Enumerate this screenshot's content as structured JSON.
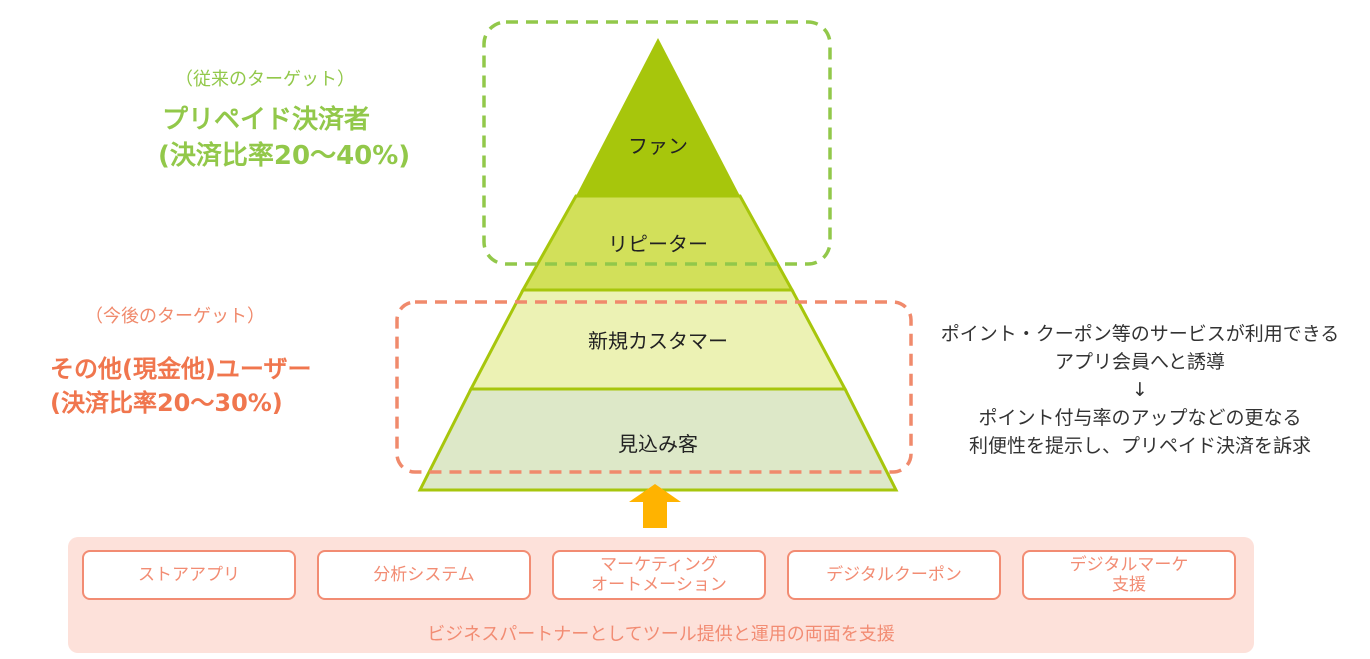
{
  "current_target": {
    "sub_label": "（従来のターゲット）",
    "title_line1": "プリペイド決済者",
    "title_line2": "(決済比率20～40%)"
  },
  "future_target": {
    "sub_label": "（今後のターゲット）",
    "title_line1": "その他(現金他)ユーザー",
    "title_line2": "(決済比率20～30%)"
  },
  "pyramid": {
    "tiers": [
      {
        "label": "ファン",
        "color": "#a7c60c"
      },
      {
        "label": "リピーター",
        "color": "#d2e05a"
      },
      {
        "label": "新規カスタマー",
        "color": "#ecf2b4"
      },
      {
        "label": "見込み客",
        "color": "#dde8c8"
      }
    ],
    "outline_color": "#a7c60c"
  },
  "strategy": {
    "line1": "ポイント・クーポン等のサービスが利用できる",
    "line2": "アプリ会員へと誘導",
    "arrow": "↓",
    "line3": "ポイント付与率のアップなどの更なる",
    "line4": "利便性を提示し、プリペイド決済を訴求"
  },
  "support": {
    "tools": [
      {
        "line1": "ストアアプリ",
        "line2": ""
      },
      {
        "line1": "分析システム",
        "line2": ""
      },
      {
        "line1": "マーケティング",
        "line2": "オートメーション"
      },
      {
        "line1": "デジタルクーポン",
        "line2": ""
      },
      {
        "line1": "デジタルマーケ",
        "line2": "支援"
      }
    ],
    "caption": "ビジネスパートナーとしてツール提供と運用の両面を支援"
  },
  "colors": {
    "green_dash": "#92c84a",
    "red_dash": "#f08a6c",
    "arrow": "#ffb300",
    "panel_bg": "#fde1da",
    "tool_border": "#f28c73"
  }
}
